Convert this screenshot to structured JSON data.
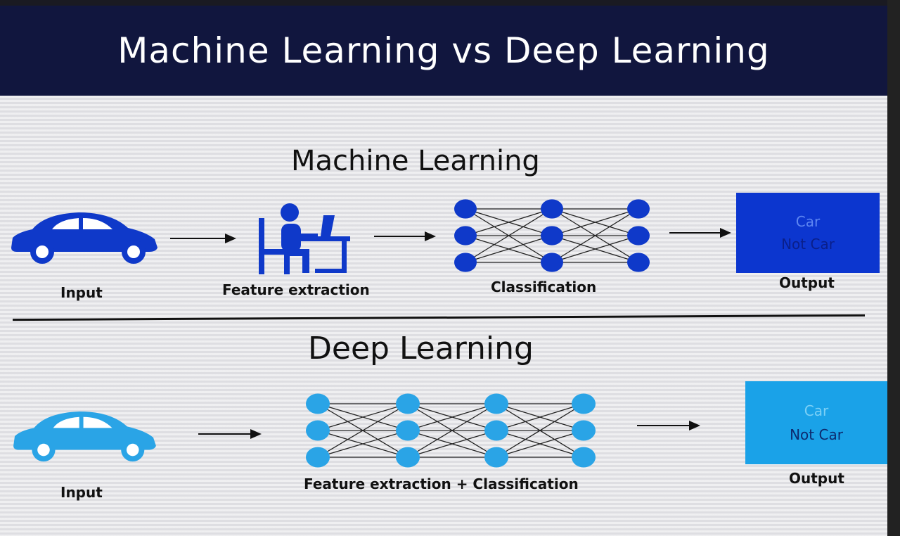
{
  "slide": {
    "title": "Machine Learning vs Deep Learning"
  },
  "machine_learning": {
    "title": "Machine Learning",
    "input_label": "Input",
    "feature_label": "Feature extraction",
    "classification_label": "Classification",
    "output_label": "Output",
    "output_options": [
      "Car",
      "Not Car"
    ]
  },
  "deep_learning": {
    "title": "Deep Learning",
    "input_label": "Input",
    "combined_label": "Feature extraction + Classification",
    "output_label": "Output",
    "output_options": [
      "Car",
      "Not Car"
    ]
  },
  "colors": {
    "header_bg": "#11163e",
    "ml_blue": "#0f39c9",
    "dl_blue": "#2aa4e6",
    "ml_output_bg": "#0c36cf",
    "dl_output_bg": "#1aa2e8"
  }
}
